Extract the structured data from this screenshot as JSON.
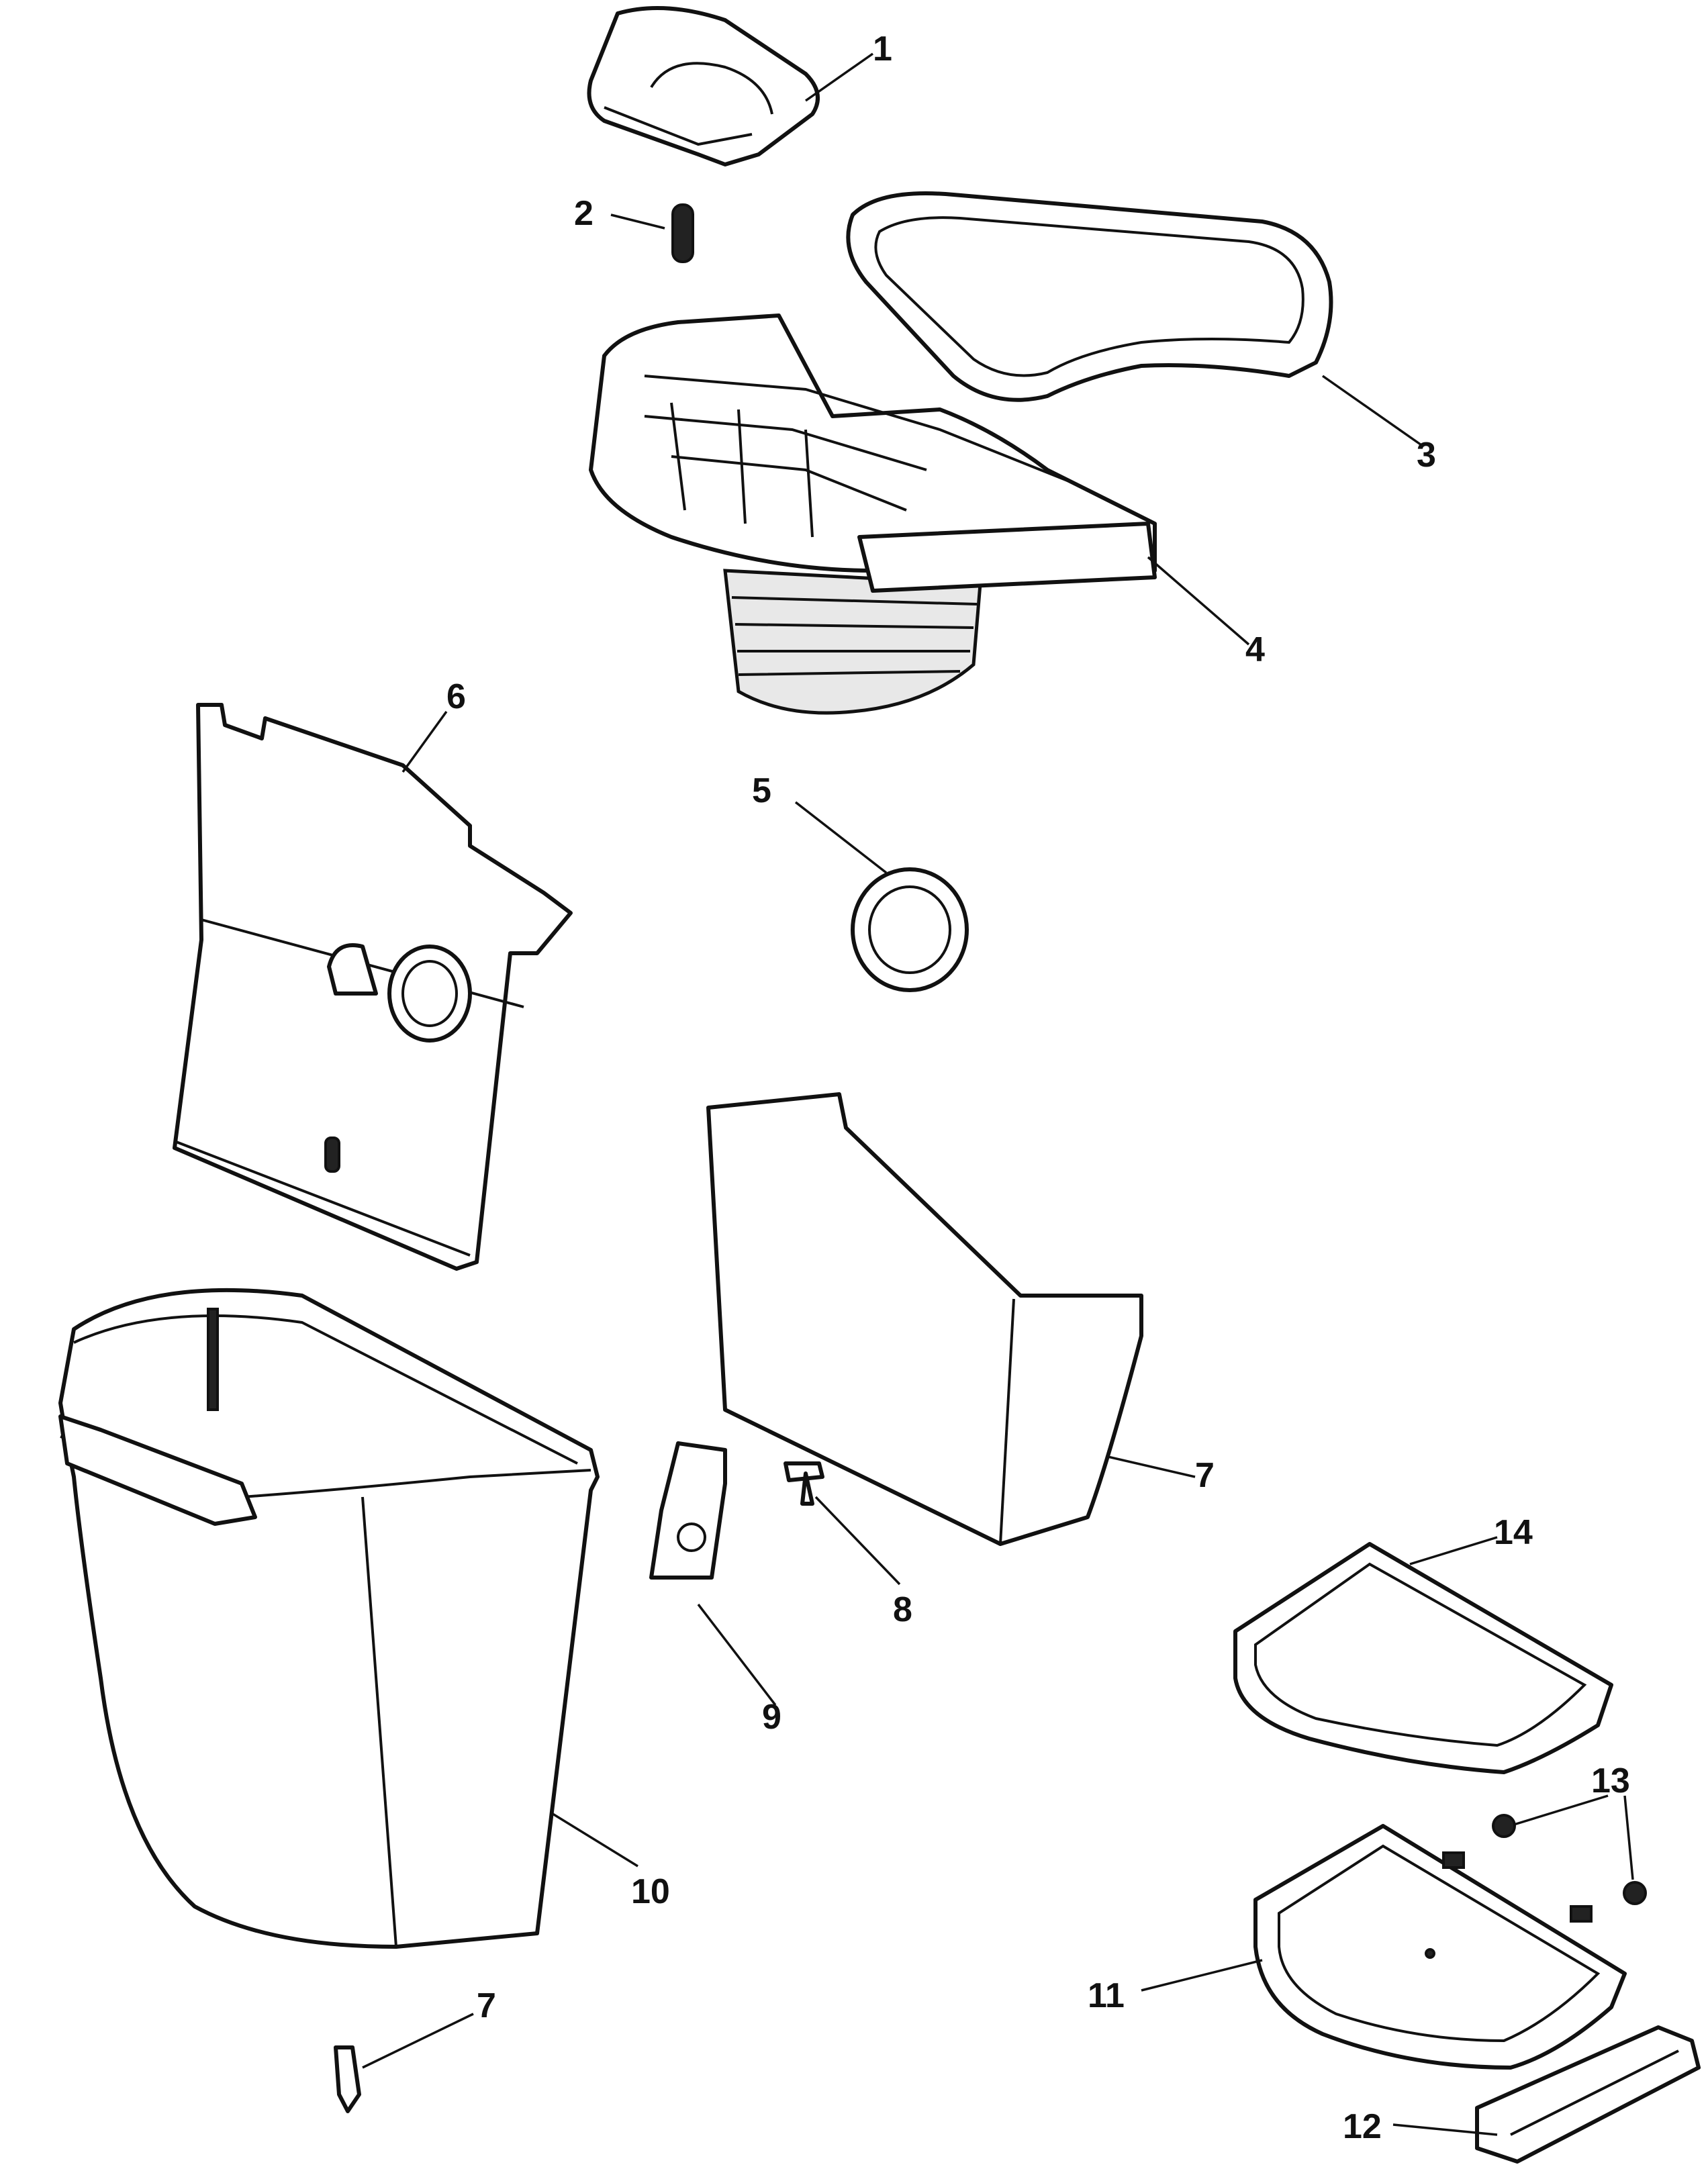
{
  "callouts": {
    "p1": "1",
    "p2": "2",
    "p3": "3",
    "p4": "4",
    "p5": "5",
    "p6": "6",
    "p7a": "7",
    "p7b": "7",
    "p8": "8",
    "p9": "9",
    "p10": "10",
    "p11": "11",
    "p12": "12",
    "p13": "13",
    "p14": "14"
  }
}
